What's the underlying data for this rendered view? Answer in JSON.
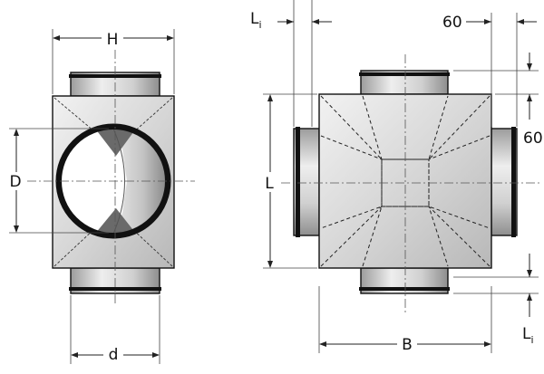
{
  "labels": {
    "H": "H",
    "D": "D",
    "d": "d",
    "L": "L",
    "B": "B",
    "Li": "L",
    "Li_sub": "i",
    "sixty": "60"
  },
  "colors": {
    "metal_light": "#e6e6e6",
    "metal_dark": "#9a9a9a",
    "gasket": "#111111",
    "outline": "#111111"
  }
}
